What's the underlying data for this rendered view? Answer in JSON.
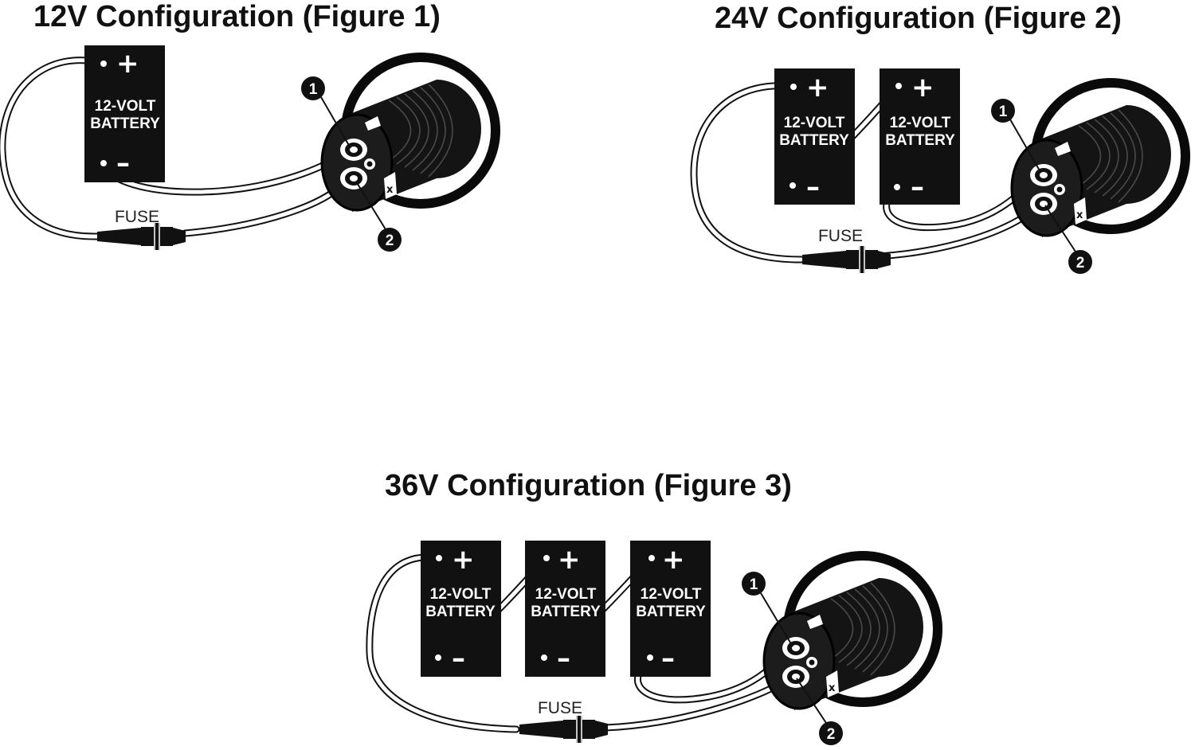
{
  "figures": [
    {
      "title": "12V Configuration (Figure 1)",
      "batteries": [
        {
          "line1": "12-VOLT",
          "line2": "BATTERY",
          "plus": "+",
          "minus": "–"
        }
      ],
      "fuse_label": "FUSE",
      "callouts": [
        "1",
        "2"
      ]
    },
    {
      "title": "24V Configuration (Figure 2)",
      "batteries": [
        {
          "line1": "12-VOLT",
          "line2": "BATTERY",
          "plus": "+",
          "minus": "–"
        },
        {
          "line1": "12-VOLT",
          "line2": "BATTERY",
          "plus": "+",
          "minus": "–"
        }
      ],
      "fuse_label": "FUSE",
      "callouts": [
        "1",
        "2"
      ]
    },
    {
      "title": "36V Configuration (Figure 3)",
      "batteries": [
        {
          "line1": "12-VOLT",
          "line2": "BATTERY",
          "plus": "+",
          "minus": "–"
        },
        {
          "line1": "12-VOLT",
          "line2": "BATTERY",
          "plus": "+",
          "minus": "–"
        },
        {
          "line1": "12-VOLT",
          "line2": "BATTERY",
          "plus": "+",
          "minus": "–"
        }
      ],
      "fuse_label": "FUSE",
      "callouts": [
        "1",
        "2"
      ]
    }
  ],
  "colors": {
    "ink": "#111111",
    "paper": "#ffffff",
    "socket_body": "#141414",
    "socket_ring": "#0a0a0a"
  },
  "icons": [
    "battery-icon",
    "power-socket-icon",
    "inline-fuse-icon"
  ]
}
